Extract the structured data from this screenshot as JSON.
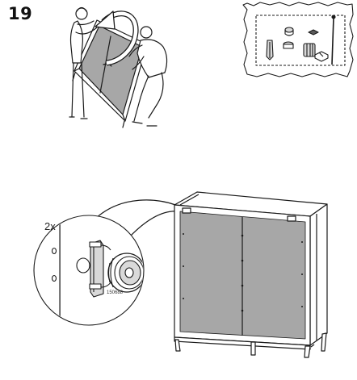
{
  "step": {
    "number": "19"
  },
  "detail": {
    "quantity": "2x",
    "part_code": "150688"
  },
  "colors": {
    "line": "#1a1a1a",
    "panel": "#a7a7a7",
    "panel_light": "#d9d9d9",
    "accent": "#5a5a5a"
  },
  "icons": {
    "people": "two-people-tilting-cabinet-illustration",
    "arrow": "curved-rotate-arrow-icon",
    "hardware": "hardware-bag-icon",
    "cabinet": "cabinet-back-view-illustration",
    "zoom": "detail-zoom-callout"
  }
}
